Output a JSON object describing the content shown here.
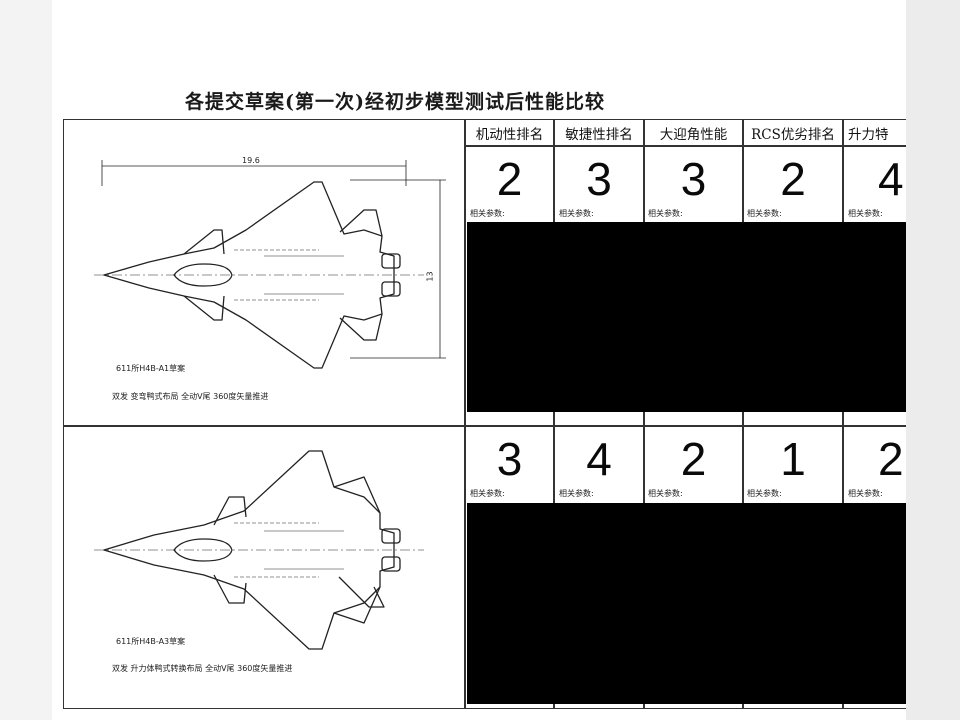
{
  "title": "各提交草案(第一次)经初步模型测试后性能比较",
  "columns": [
    "机动性排名",
    "敏捷性排名",
    "大迎角性能",
    "RCS优劣排名",
    "升力特"
  ],
  "param_label": "相关参数:",
  "rows": [
    {
      "design_name": "611所H4B-A1草案",
      "design_desc": "双发  变弯鸭式布局  全动V尾  360度矢量推进",
      "dim_length": "19.6",
      "dim_span": "13",
      "ranks": [
        "2",
        "3",
        "3",
        "2",
        "4"
      ]
    },
    {
      "design_name": "611所H4B-A3草案",
      "design_desc": "双发  升力体鸭式转换布局  全动V尾  360度矢量推进",
      "ranks": [
        "3",
        "4",
        "2",
        "1",
        "2"
      ]
    }
  ]
}
